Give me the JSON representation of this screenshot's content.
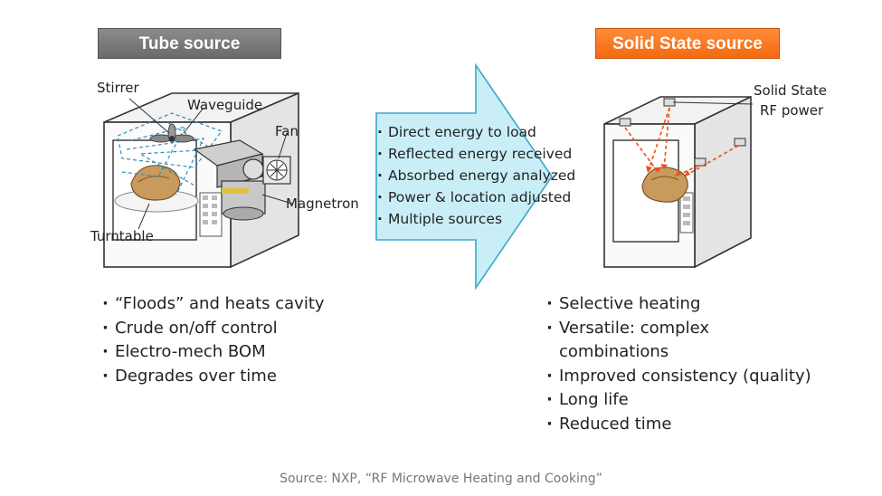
{
  "left": {
    "title": "Tube source",
    "labels": {
      "stirrer": "Stirrer",
      "waveguide": "Waveguide",
      "fan": "Fan",
      "magnetron": "Magnetron",
      "turntable": "Turntable"
    },
    "bullets": [
      "“Floods” and heats cavity",
      "Crude on/off control",
      "Electro-mech BOM",
      "Degrades over time"
    ]
  },
  "arrow": {
    "items": [
      "Direct energy to load",
      "Reflected energy received",
      "Absorbed energy analyzed",
      "Power & location adjusted",
      "Multiple sources"
    ]
  },
  "right": {
    "title": "Solid State source",
    "labels": {
      "solid_state_line1": "Solid State",
      "solid_state_line2": "RF power"
    },
    "bullets": [
      "Selective heating",
      "Versatile: complex",
      "combinations",
      "Improved consistency (quality)",
      "Long life",
      "Reduced time"
    ]
  },
  "source": "Source: NXP, “RF Microwave Heating and Cooking”",
  "colors": {
    "tube_tag": "#7a7a7a",
    "solid_tag": "#f26a10",
    "arrow_fill": "#c9eef7",
    "arrow_stroke": "#3aa8c8",
    "rf_arrows": "#e8541a",
    "food": "#c89a5c"
  }
}
